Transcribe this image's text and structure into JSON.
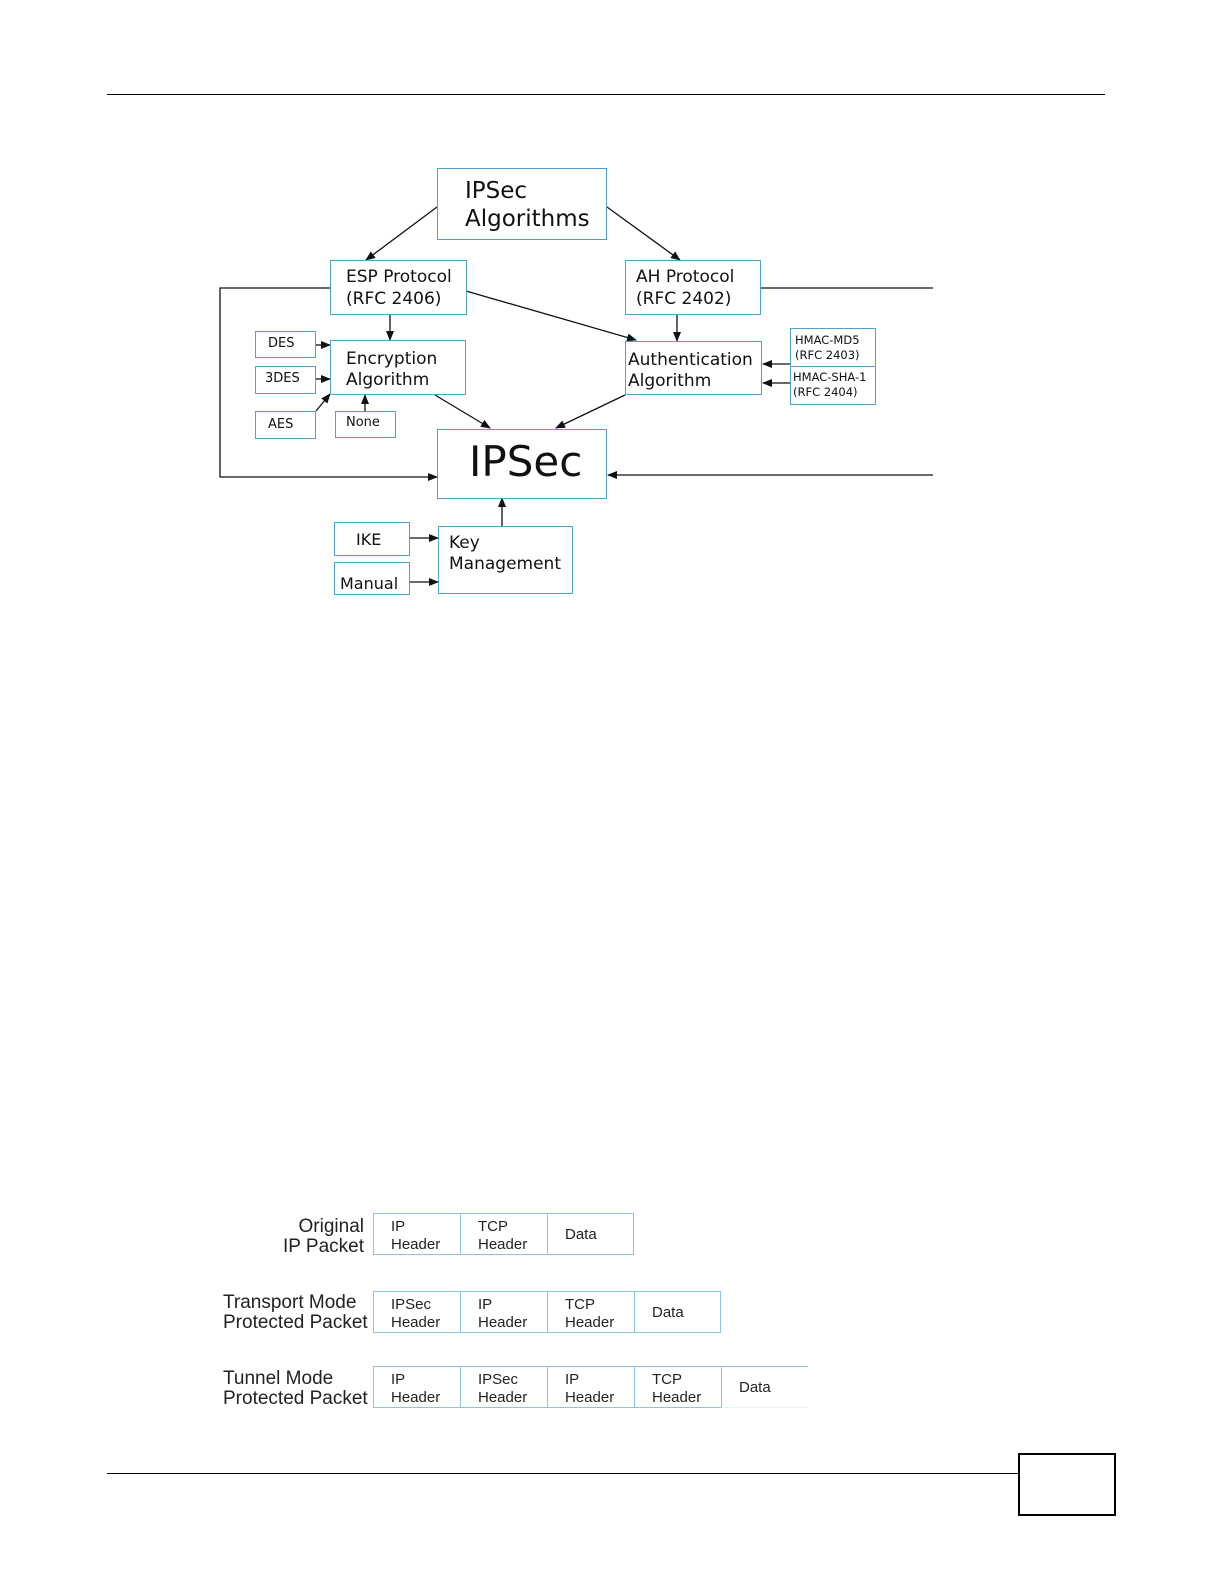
{
  "diagram": {
    "ipsec_algorithms": "IPSec\nAlgorithms",
    "esp_protocol": "ESP Protocol\n(RFC 2406)",
    "ah_protocol": "AH Protocol\n(RFC 2402)",
    "encryption_algorithm": "Encryption\nAlgorithm",
    "authentication_algorithm": "Authentication\nAlgorithm",
    "des": "DES",
    "triple_des": "3DES",
    "aes": "AES",
    "none": "None",
    "hmac_md5": "HMAC-MD5\n(RFC 2403)",
    "hmac_sha1": "HMAC-SHA-1\n(RFC 2404)",
    "ipsec": "IPSec",
    "ike": "IKE",
    "manual": "Manual",
    "key_management": "Key\nManagement",
    "colors": {
      "box_border": "#4fa3c7",
      "arrow": "#111111"
    }
  },
  "packets": {
    "rows": [
      {
        "label": "Original\nIP Packet",
        "cells": [
          "IP\nHeader",
          "TCP\nHeader",
          "Data"
        ]
      },
      {
        "label": "Transport Mode\nProtected Packet",
        "cells": [
          "IPSec\nHeader",
          "IP\nHeader",
          "TCP\nHeader",
          "Data"
        ]
      },
      {
        "label": "Tunnel Mode\nProtected Packet",
        "cells": [
          "IP\nHeader",
          "IPSec\nHeader",
          "IP\nHeader",
          "TCP\nHeader",
          "Data"
        ]
      }
    ]
  }
}
